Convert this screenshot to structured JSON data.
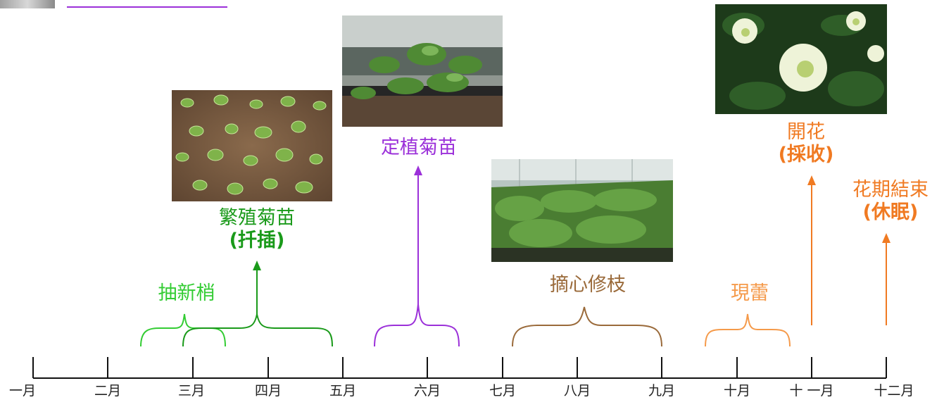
{
  "months": [
    "一月",
    "二月",
    "三月",
    "四月",
    "五月",
    "六月",
    "七月",
    "八月",
    "九月",
    "十月",
    "十 一月",
    "十二月"
  ],
  "stages": {
    "shoot": "抽新梢",
    "propagate": [
      "繁殖菊苗",
      "(扦插)"
    ],
    "plant": "定植菊苗",
    "pinch": "摘心修枝",
    "bud": "現蕾",
    "bloom": [
      "開花",
      "(採收)"
    ],
    "end": [
      "花期結束",
      "(休眠)"
    ]
  },
  "colors": {
    "shoot": "#33cc33",
    "propagate": "#1a9a1a",
    "plant": "#9b30d9",
    "pinch": "#9a6a3a",
    "bud": "#f59a4a",
    "bloom": "#f07a22",
    "axis": "#111111"
  }
}
